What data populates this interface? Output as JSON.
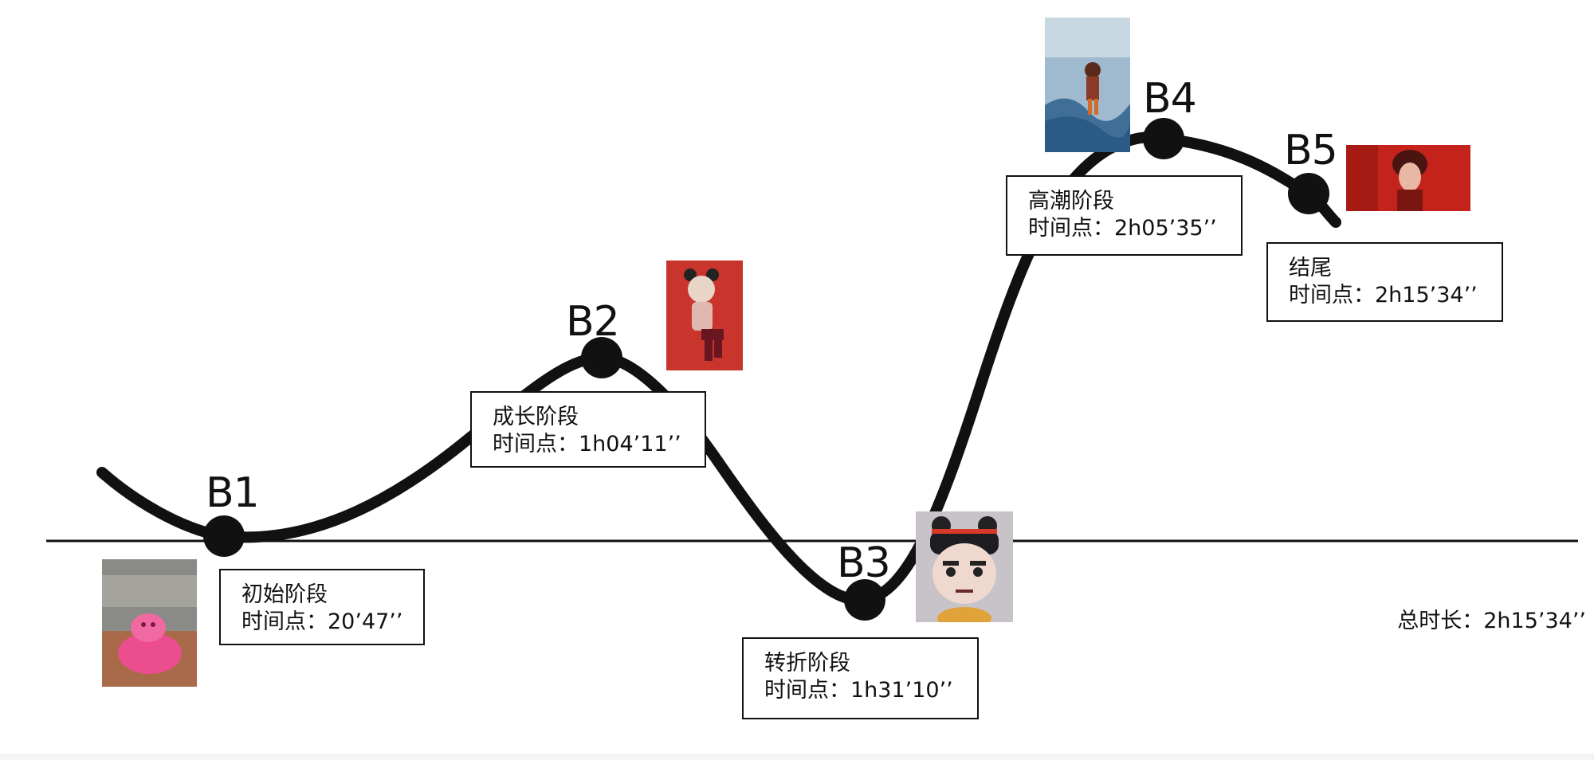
{
  "diagram": {
    "points": [
      {
        "id": "B1",
        "label": "B1",
        "stage": "初始阶段",
        "time": "时间点：20’47’’"
      },
      {
        "id": "B2",
        "label": "B2",
        "stage": "成长阶段",
        "time": "时间点：1h04’11’’"
      },
      {
        "id": "B3",
        "label": "B3",
        "stage": "转折阶段",
        "time": "时间点：1h31’10’’"
      },
      {
        "id": "B4",
        "label": "B4",
        "stage": "高潮阶段",
        "time": "时间点：2h05’35’’"
      },
      {
        "id": "B5",
        "label": "B5",
        "stage": "结尾",
        "time": "时间点：2h15’34’’"
      }
    ],
    "total_duration": "总时长：2h15’34’’"
  },
  "thumbnails": [
    {
      "id": "thumb-b1",
      "subject": "pink creature on ground"
    },
    {
      "id": "thumb-b2",
      "subject": "child character on red background"
    },
    {
      "id": "thumb-b3",
      "subject": "grumpy child character close-up"
    },
    {
      "id": "thumb-b4",
      "subject": "character over stormy sea"
    },
    {
      "id": "thumb-b5",
      "subject": "character in red scene"
    }
  ],
  "colors": {
    "line": "#111111",
    "background": "#ffffff"
  }
}
